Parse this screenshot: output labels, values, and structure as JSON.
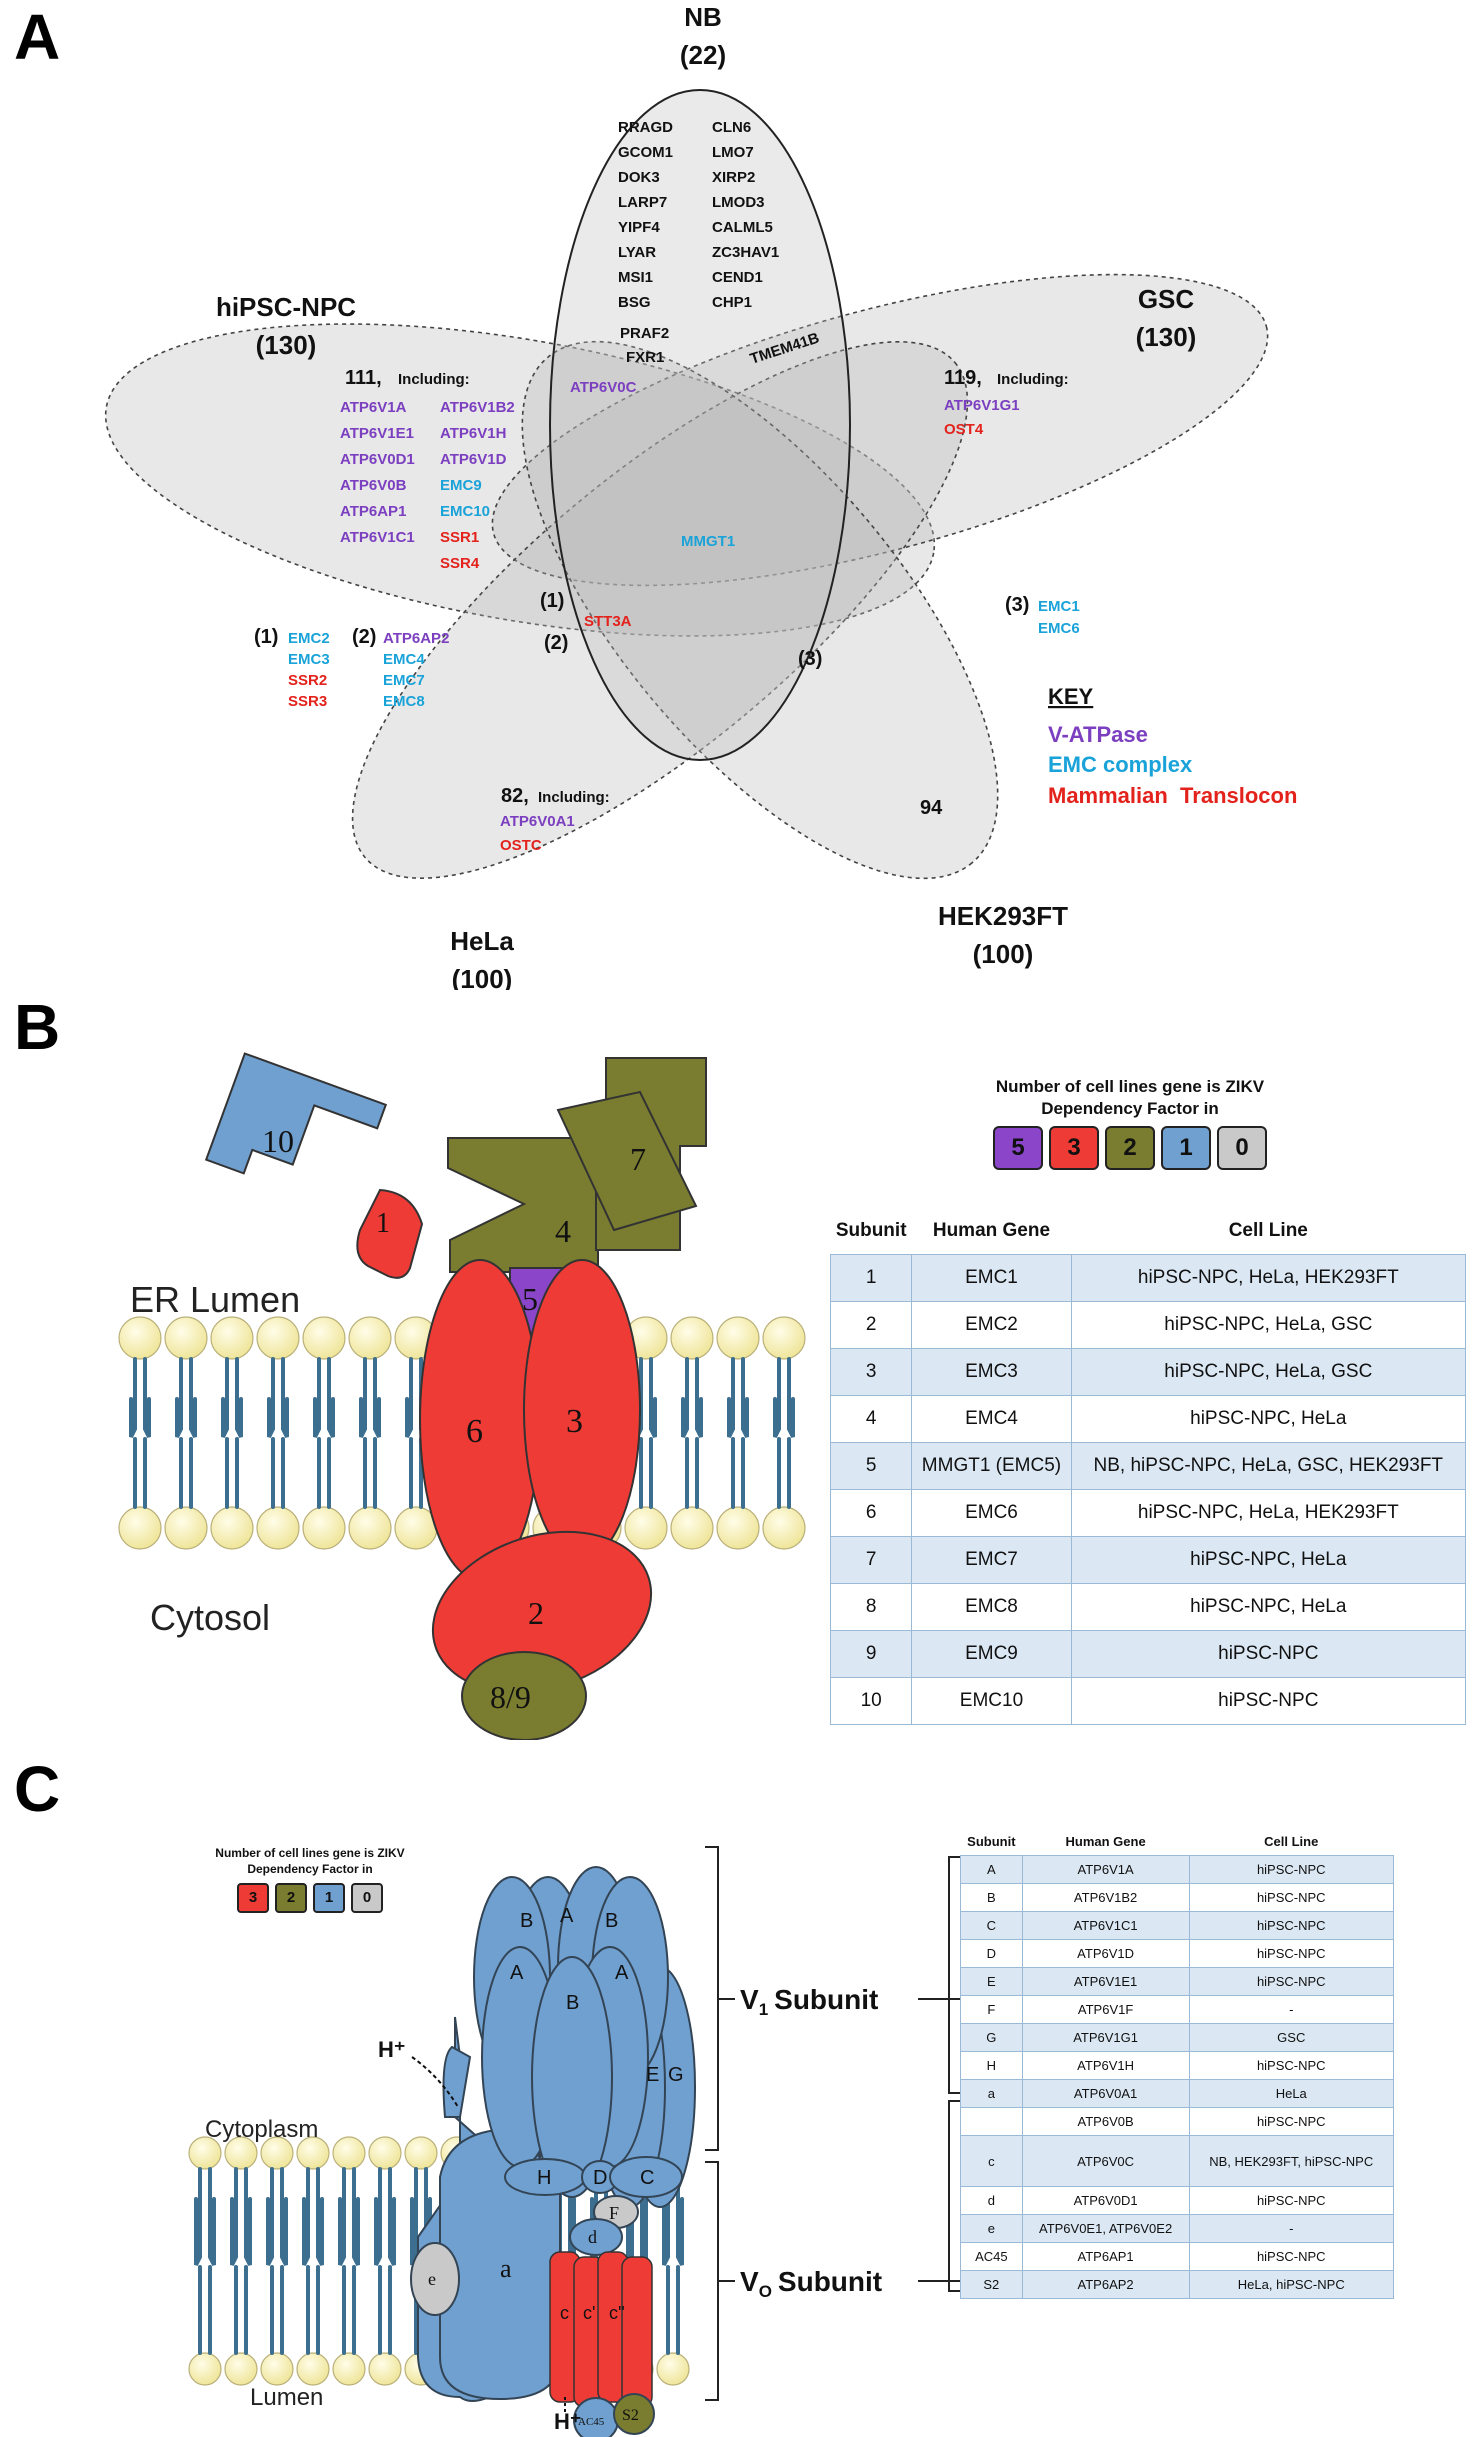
{
  "panels": {
    "a": "A",
    "b": "B",
    "c": "C"
  },
  "colors": {
    "vatpase": "#7b3fc0",
    "emc": "#1aa3d9",
    "translocon": "#e3221c",
    "count5": "#8b45c9",
    "count3": "#ef3b36",
    "count2": "#7a7d2f",
    "count1": "#6fa0d0",
    "count0": "#c9c9c9",
    "table_shade": "#dbe8f4"
  },
  "venn": {
    "sets": {
      "nb": {
        "name": "NB",
        "count": "(22)"
      },
      "hipsc": {
        "name": "hiPSC-NPC",
        "count": "(130)"
      },
      "gsc": {
        "name": "GSC",
        "count": "(130)"
      },
      "hela": {
        "name": "HeLa",
        "count": "(100)"
      },
      "hek": {
        "name": "HEK293FT",
        "count": "(100)"
      }
    },
    "nb_genes_left": [
      "RRAGD",
      "GCOM1",
      "DOK3",
      "LARP7",
      "YIPF4",
      "LYAR",
      "MSI1",
      "BSG"
    ],
    "nb_genes_right": [
      "CLN6",
      "LMO7",
      "XIRP2",
      "LMOD3",
      "CALML5",
      "ZC3HAV1",
      "CEND1",
      "CHP1"
    ],
    "nb_hipsc_genes": [
      "PRAF2",
      "FXR1"
    ],
    "nb_hipsc_vatp": "ATP6V0C",
    "nb_gsc_gene": "TMEM41B",
    "hipsc_only": {
      "count": "111,",
      "including": "Including:",
      "left": [
        {
          "g": "ATP6V1A",
          "c": "vatpase"
        },
        {
          "g": "ATP6V1E1",
          "c": "vatpase"
        },
        {
          "g": "ATP6V0D1",
          "c": "vatpase"
        },
        {
          "g": "ATP6V0B",
          "c": "vatpase"
        },
        {
          "g": "ATP6AP1",
          "c": "vatpase"
        },
        {
          "g": "ATP6V1C1",
          "c": "vatpase"
        }
      ],
      "right": [
        {
          "g": "ATP6V1B2",
          "c": "vatpase"
        },
        {
          "g": "ATP6V1H",
          "c": "vatpase"
        },
        {
          "g": "ATP6V1D",
          "c": "vatpase"
        },
        {
          "g": "EMC9",
          "c": "emc"
        },
        {
          "g": "EMC10",
          "c": "emc"
        },
        {
          "g": "SSR1",
          "c": "translocon"
        },
        {
          "g": "SSR4",
          "c": "translocon"
        }
      ]
    },
    "gsc_only": {
      "count": "119,",
      "including": "Including:",
      "genes": [
        {
          "g": "ATP6V1G1",
          "c": "vatpase"
        },
        {
          "g": "OST4",
          "c": "translocon"
        }
      ]
    },
    "hela_only": {
      "count": "82,",
      "including": "Including:",
      "genes": [
        {
          "g": "ATP6V0A1",
          "c": "vatpase"
        },
        {
          "g": "OSTC",
          "c": "translocon"
        }
      ]
    },
    "hek_only": "94",
    "center_gene": "MMGT1",
    "stt3a_count": "(1)",
    "stt3a_gene": "STT3A",
    "count_2": "(2)",
    "count_3": "(3)",
    "group1": {
      "label": "(1)",
      "genes": [
        {
          "g": "EMC2",
          "c": "emc"
        },
        {
          "g": "EMC3",
          "c": "emc"
        },
        {
          "g": "SSR2",
          "c": "translocon"
        },
        {
          "g": "SSR3",
          "c": "translocon"
        }
      ]
    },
    "group2": {
      "label": "(2)",
      "genes": [
        {
          "g": "ATP6AP2",
          "c": "vatpase"
        },
        {
          "g": "EMC4",
          "c": "emc"
        },
        {
          "g": "EMC7",
          "c": "emc"
        },
        {
          "g": "EMC8",
          "c": "emc"
        }
      ]
    },
    "group3": {
      "label": "(3)",
      "genes": [
        {
          "g": "EMC1",
          "c": "emc"
        },
        {
          "g": "EMC6",
          "c": "emc"
        }
      ]
    },
    "key": {
      "title": "KEY",
      "vatpase": "V-ATPase",
      "emc": "EMC complex",
      "translocon": "Mammalian  Translocon"
    }
  },
  "emc_diagram": {
    "er_lumen": "ER Lumen",
    "cytosol": "Cytosol",
    "subunits": {
      "s10": "10",
      "s1": "1",
      "s7": "7",
      "s4": "4",
      "s5": "5",
      "s6": "6",
      "s3": "3",
      "s2": "2",
      "s89": "8/9"
    },
    "legend_title": "Number of cell lines gene is ZIKV Dependency Factor in",
    "legend_values": [
      "5",
      "3",
      "2",
      "1",
      "0"
    ],
    "table_headers": [
      "Subunit",
      "Human Gene",
      "Cell Line"
    ],
    "rows": [
      [
        "1",
        "EMC1",
        "hiPSC-NPC, HeLa, HEK293FT"
      ],
      [
        "2",
        "EMC2",
        "hiPSC-NPC, HeLa, GSC"
      ],
      [
        "3",
        "EMC3",
        "hiPSC-NPC, HeLa, GSC"
      ],
      [
        "4",
        "EMC4",
        "hiPSC-NPC, HeLa"
      ],
      [
        "5",
        "MMGT1 (EMC5)",
        "NB, hiPSC-NPC, HeLa, GSC, HEK293FT"
      ],
      [
        "6",
        "EMC6",
        "hiPSC-NPC, HeLa, HEK293FT"
      ],
      [
        "7",
        "EMC7",
        "hiPSC-NPC, HeLa"
      ],
      [
        "8",
        "EMC8",
        "hiPSC-NPC, HeLa"
      ],
      [
        "9",
        "EMC9",
        "hiPSC-NPC"
      ],
      [
        "10",
        "EMC10",
        "hiPSC-NPC"
      ]
    ]
  },
  "vatpase_diagram": {
    "cytoplasm": "Cytoplasm",
    "lumen": "Lumen",
    "h_top": "H⁺",
    "h_bottom": "H⁺",
    "v1_main": "V",
    "v1_sub": "1",
    "v1_word": "Subunit",
    "v0_main": "V",
    "v0_sub": "O",
    "v0_word": "Subunit",
    "legend_title": "Number of cell lines gene is ZIKV Dependency Factor in",
    "legend_values": [
      "3",
      "2",
      "1",
      "0"
    ],
    "labels": {
      "A": "A",
      "B": "B",
      "C": "C",
      "D": "D",
      "E": "E",
      "F": "F",
      "G": "G",
      "H": "H",
      "a": "a",
      "d": "d",
      "e": "e",
      "c": "c",
      "c1": "c'",
      "c2": "c''",
      "ac45": "AC45",
      "s2": "S2"
    },
    "table_headers": [
      "Subunit",
      "Human Gene",
      "Cell Line"
    ],
    "rows": [
      [
        "A",
        "ATP6V1A",
        "hiPSC-NPC"
      ],
      [
        "B",
        "ATP6V1B2",
        "hiPSC-NPC"
      ],
      [
        "C",
        "ATP6V1C1",
        "hiPSC-NPC"
      ],
      [
        "D",
        "ATP6V1D",
        "hiPSC-NPC"
      ],
      [
        "E",
        "ATP6V1E1",
        "hiPSC-NPC"
      ],
      [
        "F",
        "ATP6V1F",
        "-"
      ],
      [
        "G",
        "ATP6V1G1",
        "GSC"
      ],
      [
        "H",
        "ATP6V1H",
        "hiPSC-NPC"
      ],
      [
        "a",
        "ATP6V0A1",
        "HeLa"
      ],
      [
        "",
        "ATP6V0B",
        "hiPSC-NPC"
      ],
      [
        "c",
        "ATP6V0C",
        "NB, HEK293FT, hiPSC-NPC"
      ],
      [
        "d",
        "ATP6V0D1",
        "hiPSC-NPC"
      ],
      [
        "e",
        "ATP6V0E1, ATP6V0E2",
        "-"
      ],
      [
        "AC45",
        "ATP6AP1",
        "hiPSC-NPC"
      ],
      [
        "S2",
        "ATP6AP2",
        "HeLa, hiPSC-NPC"
      ]
    ]
  }
}
